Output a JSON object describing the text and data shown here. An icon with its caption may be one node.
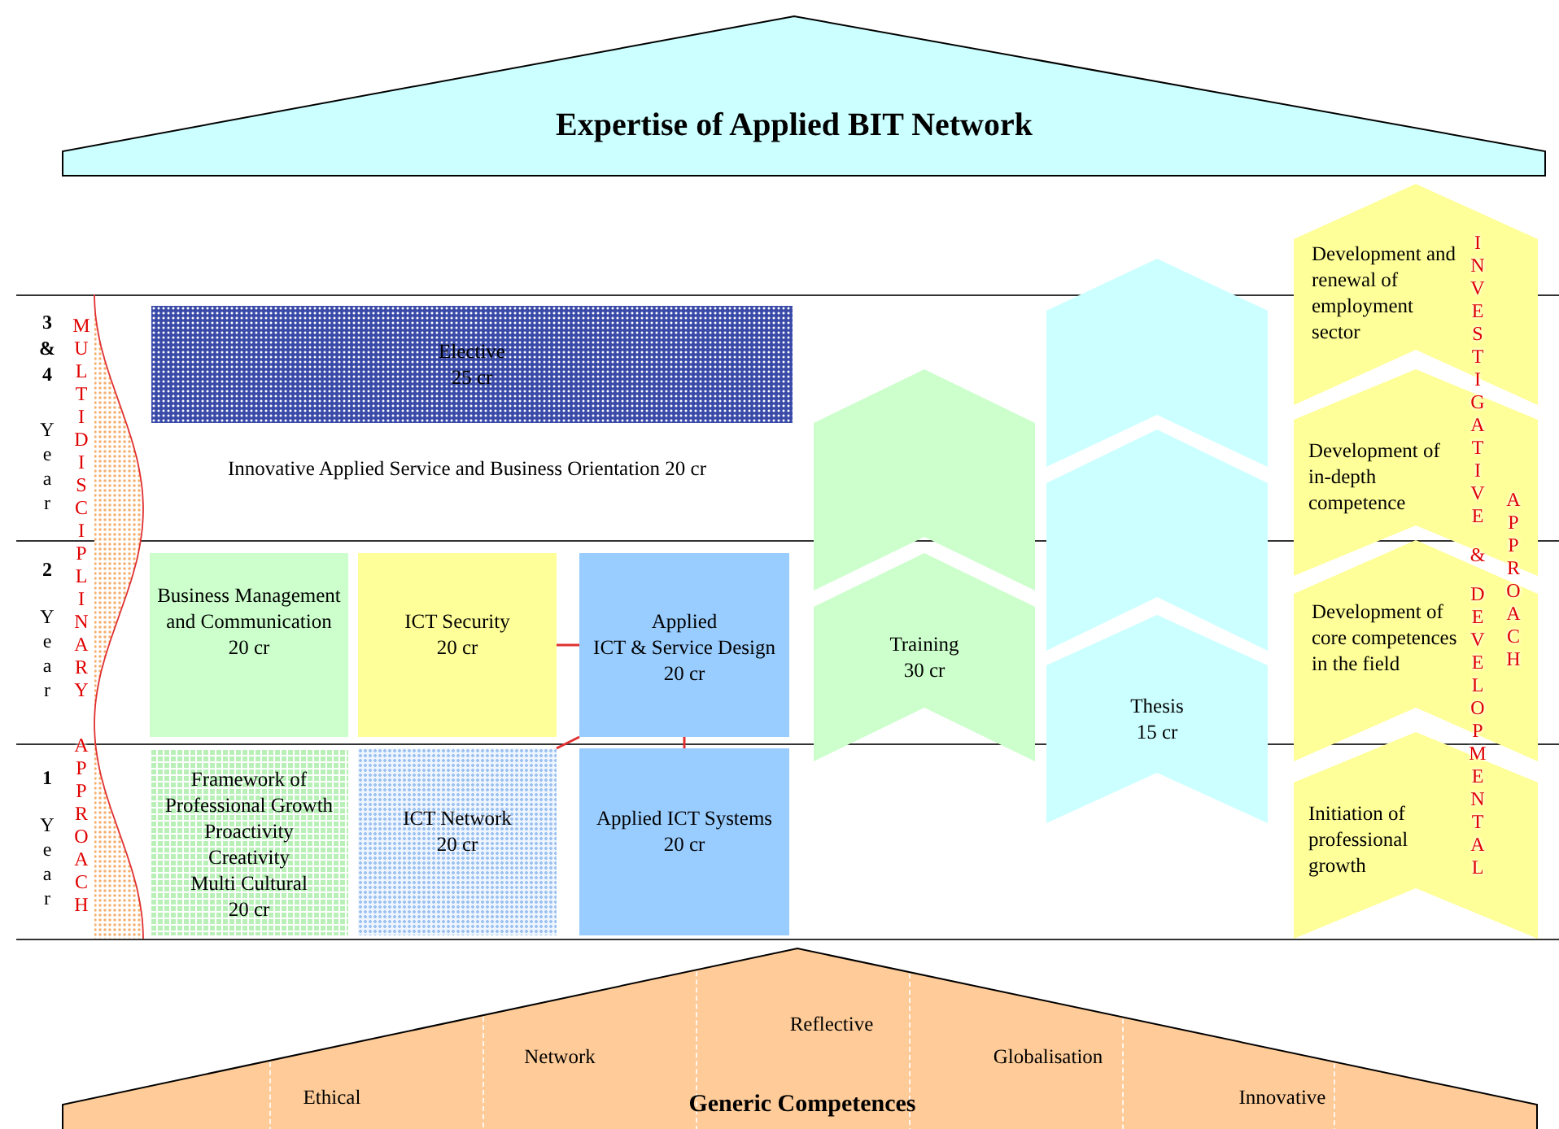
{
  "diagram": {
    "nodes": [
      {
        "text": [
          "Expertise of Applied BIT Network"
        ]
      },
      {
        "text": [
          "Elective",
          "25 cr"
        ]
      },
      {
        "text": [
          "Business Management and Communication",
          "20 cr"
        ]
      },
      {
        "text": [
          "ICT Security",
          "20 cr"
        ]
      },
      {
        "text": [
          "Applied",
          "ICT & Service Design",
          "20 cr"
        ]
      },
      {
        "text": [
          "Framework of Professional Growth",
          "Proactivity",
          "Creativity",
          "Multi Cultural",
          "20 cr"
        ]
      },
      {
        "text": [
          "ICT Network",
          "20 cr"
        ]
      },
      {
        "text": [
          "Applied ICT Systems",
          "20 cr"
        ]
      },
      {
        "text": [],
        "shape": "chevron"
      },
      {
        "text": [
          "Training",
          "30 cr"
        ]
      },
      {
        "text": [],
        "shape": "chevron"
      },
      {
        "text": [],
        "shape": "chevron"
      },
      {
        "text": [
          "Thesis",
          "15 cr"
        ]
      },
      {
        "text": [
          "Development and renewal of employment sector"
        ]
      },
      {
        "text": [
          "Development of in-depth competence"
        ]
      },
      {
        "text": [
          "Development of core competences in the field"
        ]
      },
      {
        "text": [
          "Initiation of professional growth"
        ]
      },
      {
        "text": [
          "Reflective",
          "Network",
          "Globalisation",
          "Ethical",
          "Generic Competences",
          "Innovative"
        ]
      }
    ],
    "edges": [
      {
        "from": 3,
        "to": 4,
        "arrow": "none"
      },
      {
        "from": 4,
        "to": 6,
        "arrow": "none"
      },
      {
        "from": 4,
        "to": 7,
        "arrow": "none"
      }
    ],
    "labels": [
      "3 & 4",
      "Year",
      "MULTIDISCIPLINARY APPROACH",
      "Innovative Applied Service and Business Orientation 20 cr",
      "2",
      "Year",
      "1",
      "Year",
      "INVESTIGATIVE & DEVELOPMENTAL",
      "APPROACH"
    ]
  }
}
